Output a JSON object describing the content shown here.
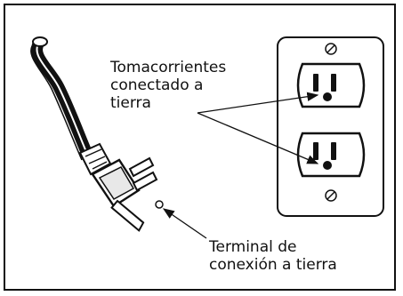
{
  "labels": {
    "outlet": {
      "lines": [
        "Tomacorrientes",
        "conectado a",
        "tierra"
      ]
    },
    "terminal": {
      "lines": [
        "Terminal de",
        "conexión a tierra"
      ]
    }
  },
  "colors": {
    "ink": "#111111",
    "background": "#ffffff"
  }
}
